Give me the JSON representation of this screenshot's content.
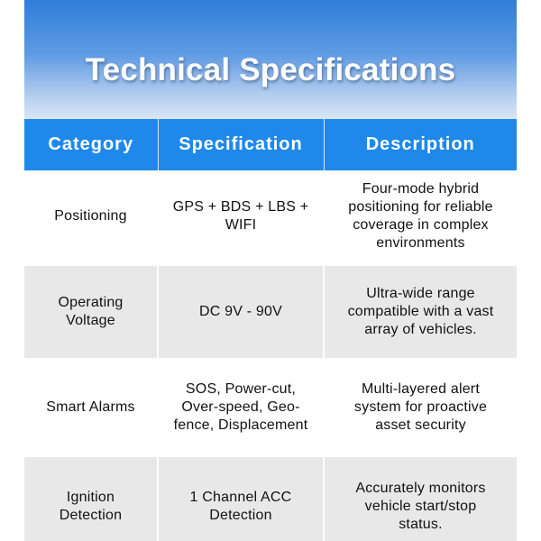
{
  "header": {
    "title": "Technical Specifications"
  },
  "table": {
    "columns": [
      "Category",
      "Specification",
      "Description"
    ],
    "rows": [
      {
        "category": "Positioning",
        "specification": "GPS + BDS + LBS + WIFI",
        "description": "Four-mode hybrid positioning for reliable coverage in complex environments"
      },
      {
        "category": "Operating Voltage",
        "specification": "DC 9V - 90V",
        "description": "Ultra-wide range compatible with a vast array of vehicles."
      },
      {
        "category": "Smart Alarms",
        "specification": "SOS, Power-cut, Over-speed, Geo-fence, Displacement",
        "description": "Multi-layered alert system for proactive asset security"
      },
      {
        "category": "Ignition Detection",
        "specification": "1 Channel ACC Detection",
        "description": "Accurately monitors vehicle start/stop status."
      }
    ]
  },
  "colors": {
    "header_blue": "#1f88eb",
    "banner_top": "#2f7ed8",
    "row_alt": "#e8e8e8"
  }
}
